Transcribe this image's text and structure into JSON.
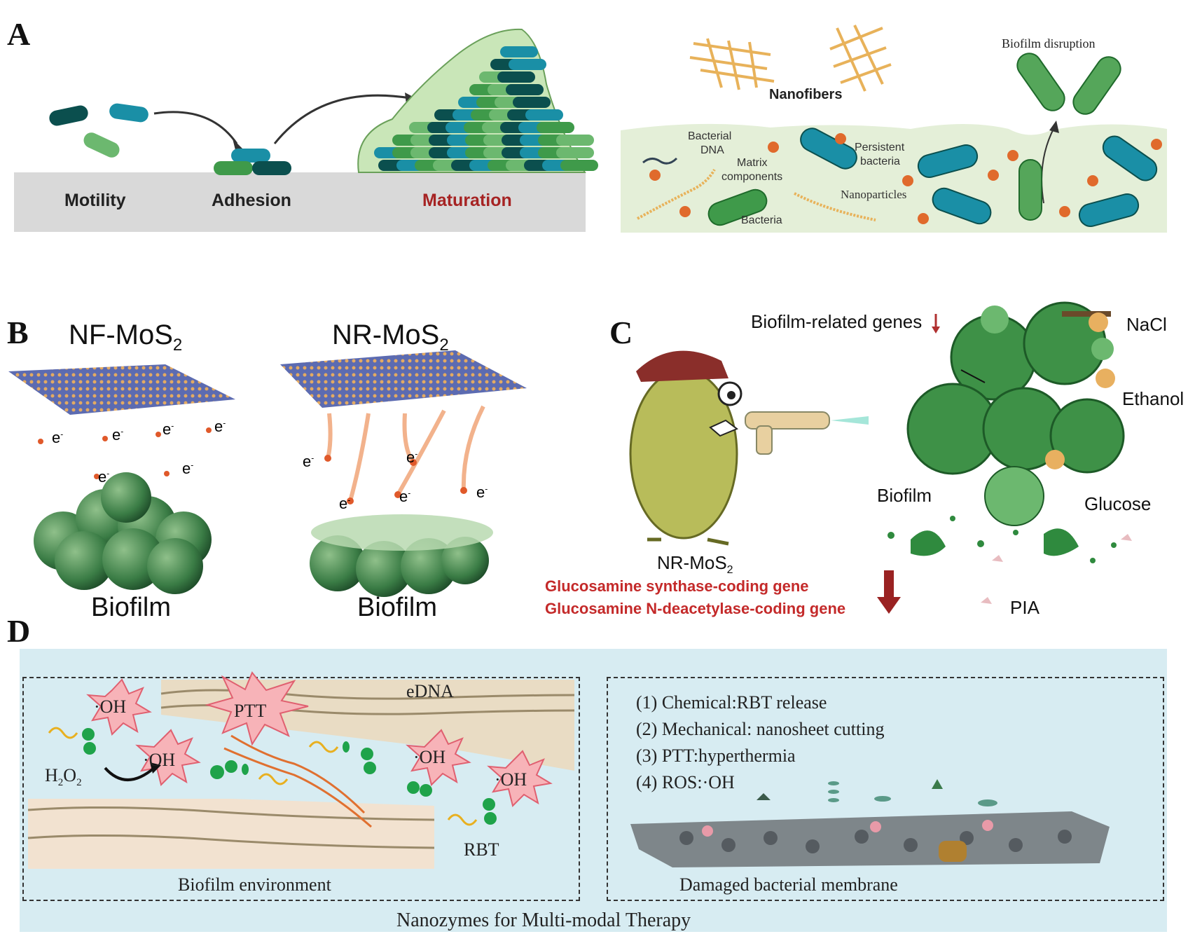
{
  "panels": {
    "A": {
      "label": "A",
      "stages": {
        "motility": "Motility",
        "adhesion": "Adhesion",
        "maturation": "Maturation"
      },
      "right": {
        "nanofibers": "Nanofibers",
        "biofilm_disruption": "Biofilm disruption",
        "bacterial_dna_1": "Bacterial",
        "bacterial_dna_2": "DNA",
        "matrix_1": "Matrix",
        "matrix_2": "components",
        "persistent_1": "Persistent",
        "persistent_2": "bacteria",
        "nanoparticles": "Nanoparticles",
        "bacteria": "Bacteria"
      }
    },
    "B": {
      "label": "B",
      "left_title": "NF-MoS",
      "left_sub": "2",
      "right_title": "NR-MoS",
      "right_sub": "2",
      "electron": "e",
      "electron_sup": "-",
      "biofilm": "Biofilm"
    },
    "C": {
      "label": "C",
      "genes": "Biofilm-related genes",
      "nacl": "NaCl",
      "ethanol": "Ethanol",
      "glucose": "Glucose",
      "biofilm": "Biofilm",
      "nr_mos2": "NR-MoS",
      "nr_mos2_sub": "2",
      "gene1": "Glucosamine synthase-coding gene",
      "gene2": "Glucosamine N-deacetylase-coding gene",
      "pia": "PIA"
    },
    "D": {
      "label": "D",
      "edna": "eDNA",
      "ptt": "PTT",
      "oh": "·OH",
      "h2o2": "H",
      "h2o2_sub": "2",
      "h2o2_o": "O",
      "h2o2_sub2": "2",
      "rbt": "RBT",
      "biofilm_env": "Biofilm environment",
      "items": [
        "(1) Chemical:RBT release",
        "(2) Mechanical: nanosheet cutting",
        "(3) PTT:hyperthermia",
        "(4) ROS:·OH"
      ],
      "damaged": "Damaged bacterial membrane",
      "footer": "Nanozymes for Multi-modal Therapy"
    }
  },
  "colors": {
    "teal": "#1a8fa6",
    "dark_teal": "#0b4f4e",
    "green": "#3f9a4a",
    "light_green": "#6cb86f",
    "maturation_red": "#a62323",
    "gene_red": "#c42a2a",
    "panel_d_bg": "#d7ecf2",
    "matrix_bg": "#e4efd8"
  }
}
